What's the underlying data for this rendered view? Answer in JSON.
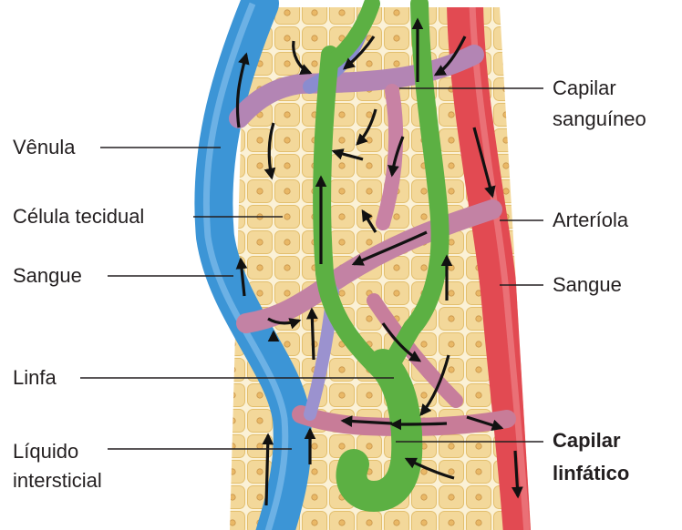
{
  "labels": {
    "venula": "Vênula",
    "celula_tecidual": "Célula tecidual",
    "sangue_left": "Sangue",
    "linfa": "Linfa",
    "liquido_intersticial": "Líquido\nintersticial",
    "capilar_sanguineo": "Capilar\nsanguíneo",
    "arteriola": "Arteríola",
    "sangue_right": "Sangue",
    "capilar_linfatico": "Capilar\nlinfático"
  },
  "colors": {
    "venous_blue": "#3c95d6",
    "arterial_red": "#e24a52",
    "capillary_purple": "#a48ac6",
    "capillary_pink": "#d07a9a",
    "lymph_green": "#5cb043",
    "tissue_cell": "#f3d89a",
    "tissue_bg": "#fbf1d6",
    "label_text": "#231f20"
  }
}
